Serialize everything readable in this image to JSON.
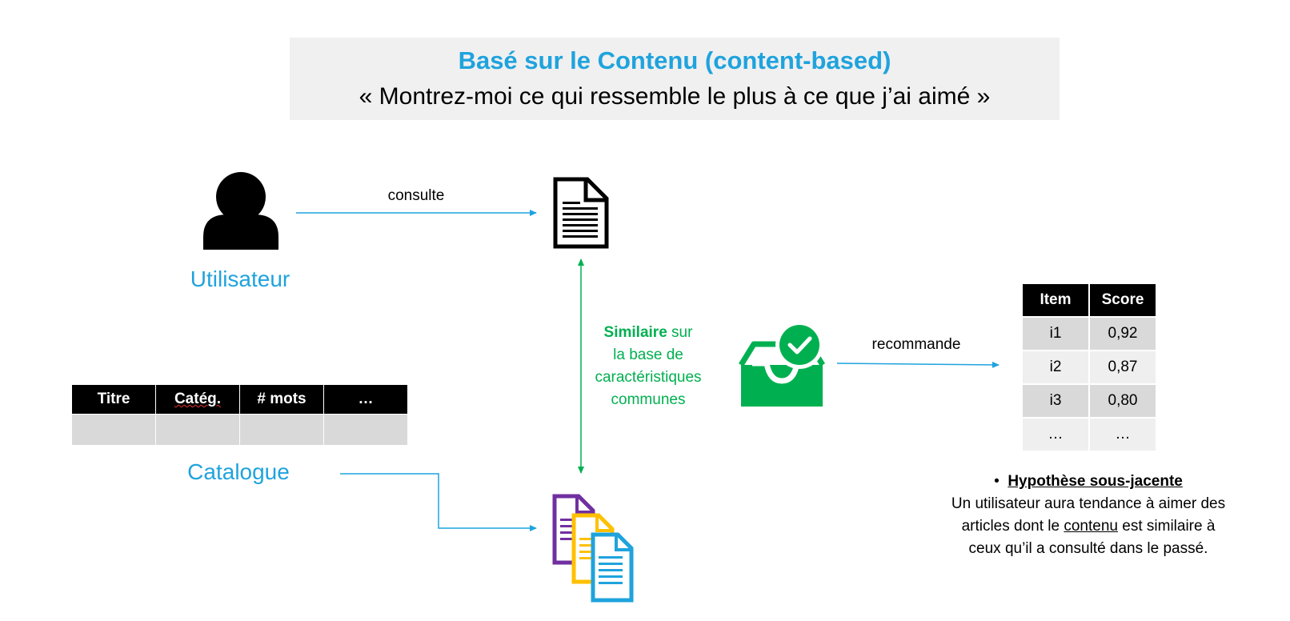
{
  "header": {
    "title": "Basé sur le Contenu (content-based)",
    "subtitle": "« Montrez-moi ce qui ressemble le plus à ce que j’ai aimé »"
  },
  "user": {
    "label": "Utilisateur",
    "icon": "person-icon"
  },
  "consult_arrow": {
    "label": "consulte"
  },
  "similarity": {
    "bold": "Similaire",
    "rest": "sur",
    "line2": "la base de",
    "line3": "caractéristiques",
    "line4": "communes"
  },
  "catalogue": {
    "label": "Catalogue",
    "columns": [
      "Titre",
      "Catég.",
      "# mots",
      "…"
    ]
  },
  "recommend_arrow": {
    "label": "recommande"
  },
  "scores": {
    "headers": [
      "Item",
      "Score"
    ],
    "rows": [
      [
        "i1",
        "0,92"
      ],
      [
        "i2",
        "0,87"
      ],
      [
        "i3",
        "0,80"
      ],
      [
        "…",
        "…"
      ]
    ]
  },
  "hypothesis": {
    "bullet": "•",
    "title": "Hypothèse sous-jacente",
    "line1": "Un utilisateur aura tendance à aimer des",
    "line2a": "articles dont le",
    "line2b": "contenu",
    "line2c": "est similaire à",
    "line3": "ceux qu’il a consulté dans le passé."
  },
  "colors": {
    "accent_blue": "#1fa3dd",
    "green": "#00b050",
    "purple": "#7030a0",
    "orange": "#ffc000",
    "header_bg": "#f0f0f0"
  }
}
